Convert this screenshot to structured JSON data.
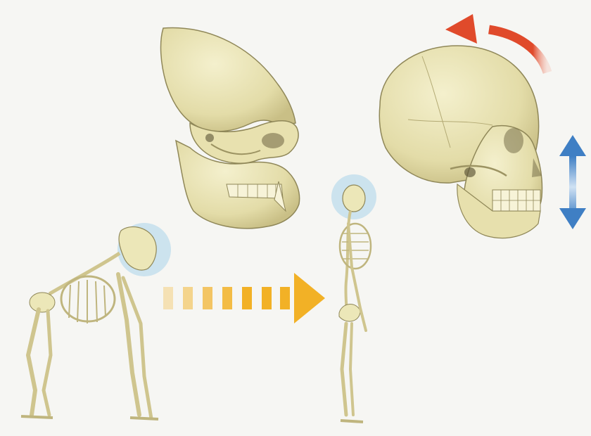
{
  "figure": {
    "background": "#f6f6f3",
    "bone_color": "#ece7b8",
    "bone_shade": "#cfc58e",
    "bone_outline": "#8f8758",
    "highlight_circle": "#a9d3ea",
    "progress_arrow": "#f2b126",
    "rotation_arrow": "#e04a2b",
    "vertical_arrow": "#3f7fc4"
  },
  "elements": {
    "ape_skull": "gorilla-skull",
    "human_skull": "human-skull",
    "ape_skeleton": "quadrupedal-ape-skeleton",
    "human_skeleton": "upright-human-skeleton",
    "progress_arrow": "dashed-right-arrow-icon",
    "rotation_arrow": "curved-rotation-arrow-icon",
    "vertical_arrow": "double-headed-vertical-arrow-icon"
  }
}
